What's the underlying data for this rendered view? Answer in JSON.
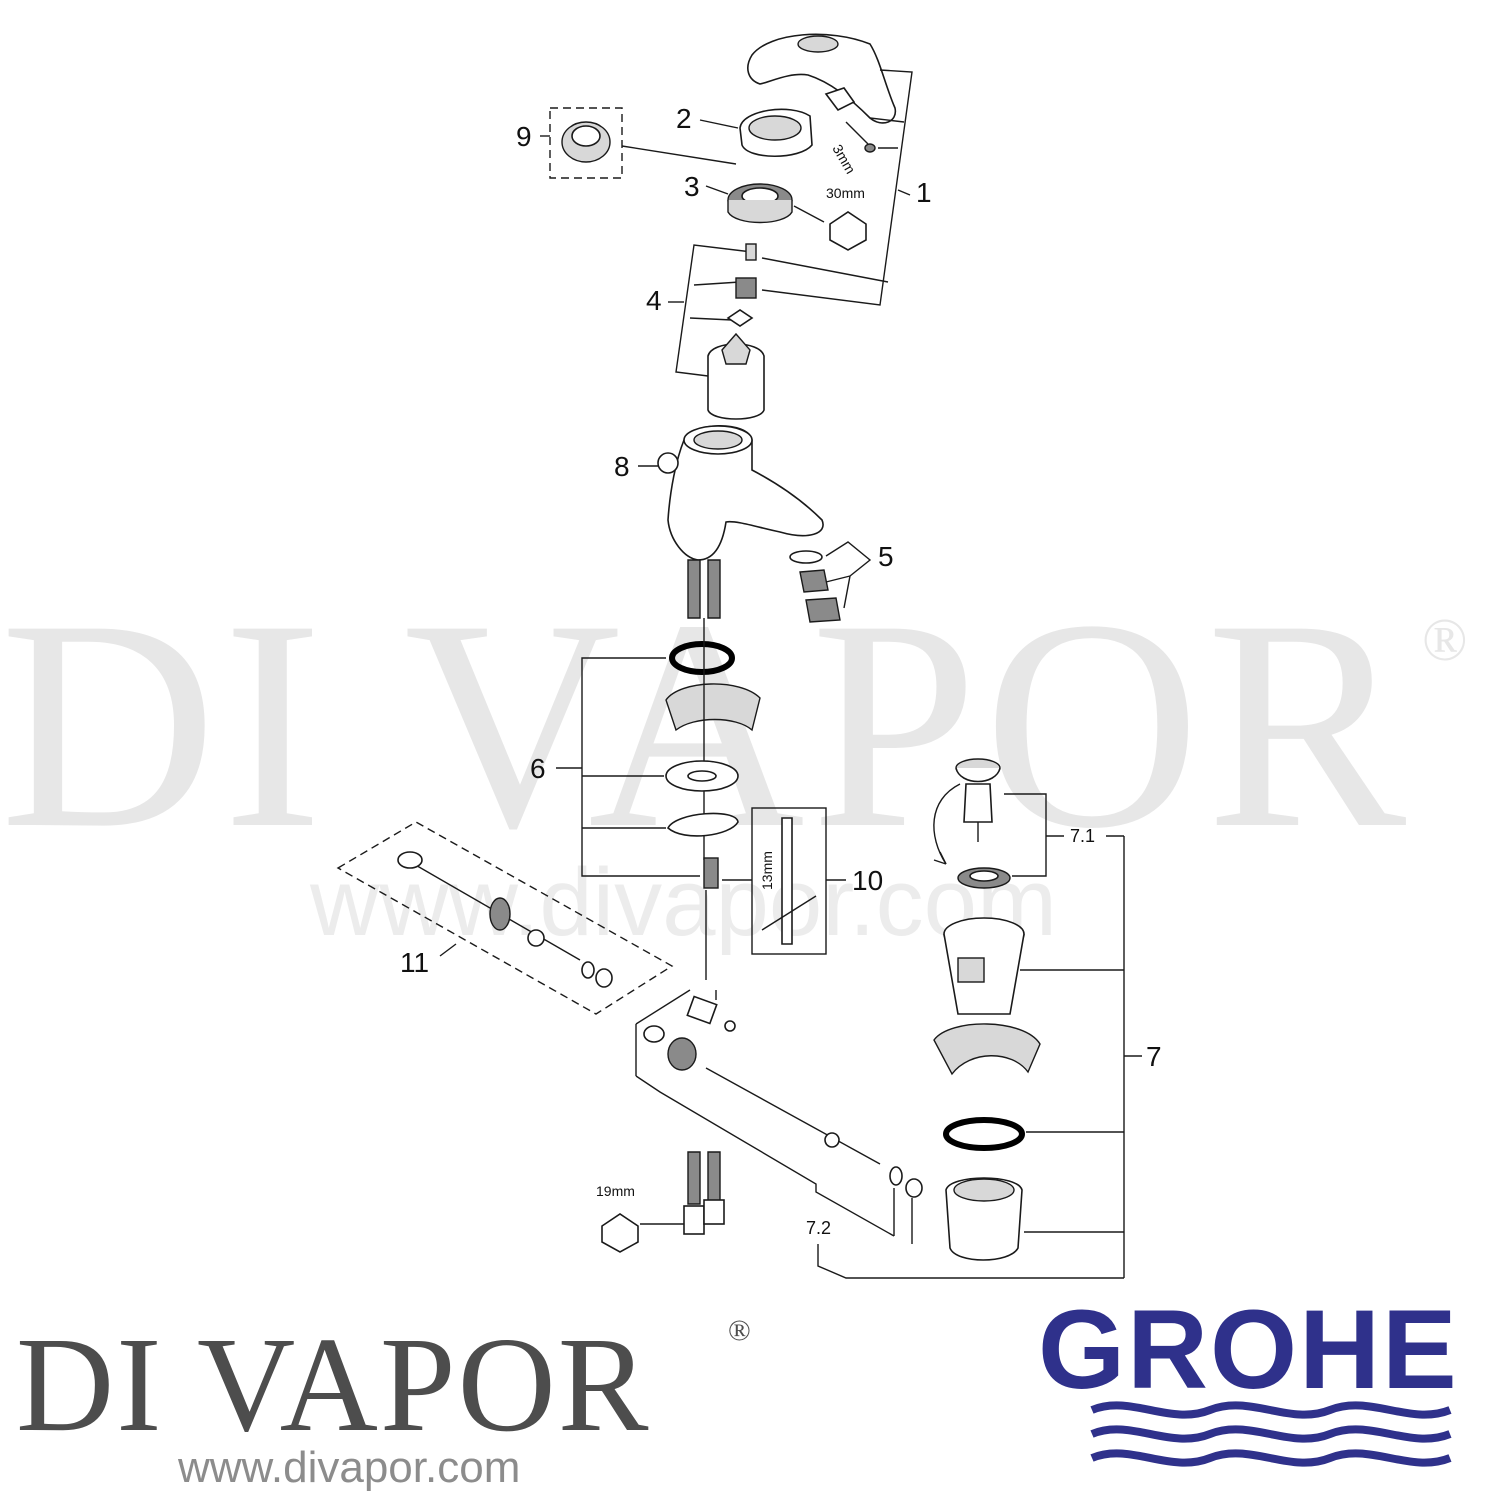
{
  "watermark": {
    "text": "DI VAPOR",
    "registered": "®",
    "url": "www.divapor.com"
  },
  "callouts": {
    "c1": "1",
    "c2": "2",
    "c3": "3",
    "c4": "4",
    "c5": "5",
    "c6": "6",
    "c7": "7",
    "c7_1": "7.1",
    "c7_2": "7.2",
    "c8": "8",
    "c9": "9",
    "c10": "10",
    "c11": "11"
  },
  "tool_sizes": {
    "hex_30": "30mm",
    "allen_3": "3mm",
    "key_13": "13mm",
    "hex_19": "19mm"
  },
  "footer": {
    "brand_left": "DI VAPOR",
    "brand_left_registered": "®",
    "website": "www.divapor.com",
    "brand_right": "GROHE"
  },
  "colors": {
    "grohe_blue": "#2f318b",
    "divapor_gray": "#4d4d4d",
    "watermark_gray": "#e7e7e7"
  }
}
